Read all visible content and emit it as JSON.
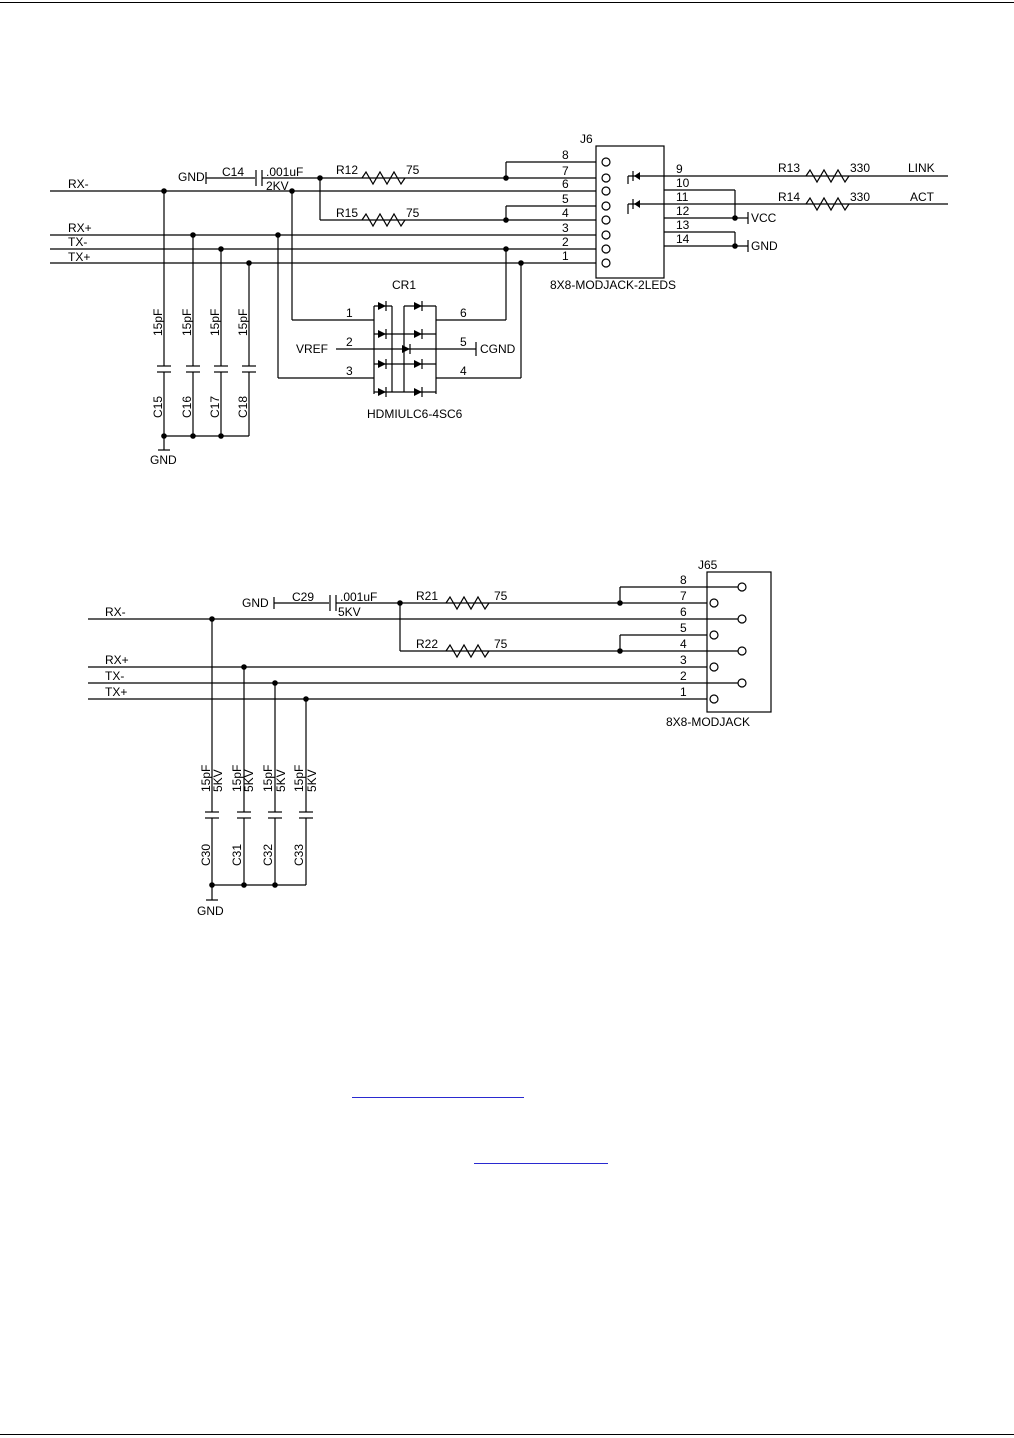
{
  "schematic1": {
    "connector": "J6",
    "connector_part": "8X8-MODJACK-2LEDS",
    "nets": {
      "rx_minus": "RX-",
      "rx_plus": "RX+",
      "tx_minus": "TX-",
      "tx_plus": "TX+",
      "link": "LINK",
      "act": "ACT",
      "vcc": "VCC",
      "gnd": "GND",
      "vref": "VREF",
      "cgnd": "CGND"
    },
    "pins_left": [
      "8",
      "7",
      "6",
      "5",
      "4",
      "3",
      "2",
      "1"
    ],
    "pins_right": [
      "9",
      "10",
      "11",
      "12",
      "13",
      "14"
    ],
    "c14": {
      "ref": "C14",
      "value": ".001uF",
      "voltage": "2KV"
    },
    "r12": {
      "ref": "R12",
      "value": "75"
    },
    "r15": {
      "ref": "R15",
      "value": "75"
    },
    "r13": {
      "ref": "R13",
      "value": "330"
    },
    "r14": {
      "ref": "R14",
      "value": "330"
    },
    "caps": [
      {
        "ref": "C15",
        "value": "15pF"
      },
      {
        "ref": "C16",
        "value": "15pF"
      },
      {
        "ref": "C17",
        "value": "15pF"
      },
      {
        "ref": "C18",
        "value": "15pF"
      }
    ],
    "cr1": {
      "ref": "CR1",
      "part": "HDMIULC6-4SC6",
      "pins": [
        "1",
        "2",
        "3",
        "4",
        "5",
        "6"
      ]
    }
  },
  "schematic2": {
    "connector": "J65",
    "connector_part": "8X8-MODJACK",
    "nets": {
      "rx_minus": "RX-",
      "rx_plus": "RX+",
      "tx_minus": "TX-",
      "tx_plus": "TX+",
      "gnd": "GND"
    },
    "pins": [
      "8",
      "7",
      "6",
      "5",
      "4",
      "3",
      "2",
      "1"
    ],
    "c29": {
      "ref": "C29",
      "value": ".001uF",
      "voltage": "5KV"
    },
    "r21": {
      "ref": "R21",
      "value": "75"
    },
    "r22": {
      "ref": "R22",
      "value": "75"
    },
    "caps": [
      {
        "ref": "C30",
        "value": "15pF",
        "voltage": "5KV"
      },
      {
        "ref": "C31",
        "value": "15pF",
        "voltage": "5KV"
      },
      {
        "ref": "C32",
        "value": "15pF",
        "voltage": "5KV"
      },
      {
        "ref": "C33",
        "value": "15pF",
        "voltage": "5KV"
      }
    ]
  }
}
